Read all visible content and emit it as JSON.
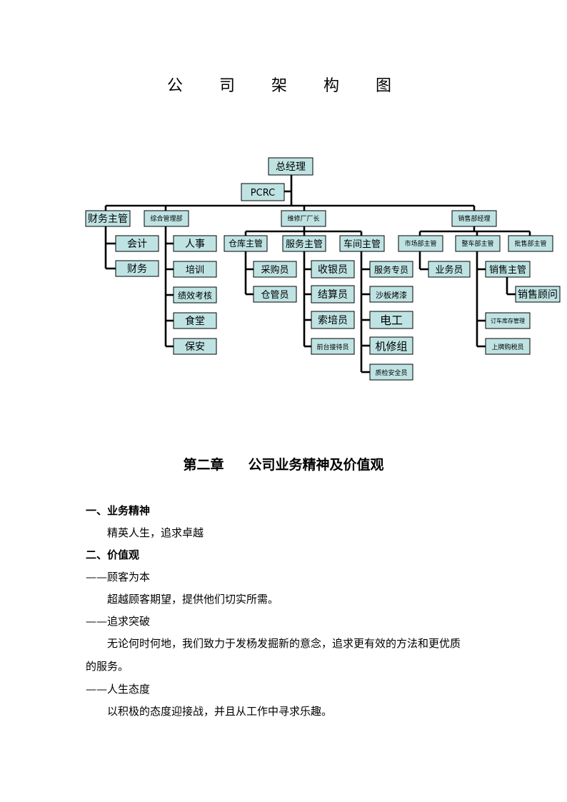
{
  "title": "公 司 架 构 图",
  "org_chart": {
    "nodes": {
      "ceo": "总经理",
      "pcrc": "PCRC",
      "finance_head": "财务主管",
      "admin_dept": "综合管理部",
      "repair_manager": "维修厂厂长",
      "sales_manager": "销售部经理",
      "accounting": "会计",
      "finance": "财务",
      "hr": "人事",
      "training": "培训",
      "kpi": "绩效考核",
      "canteen": "食堂",
      "security": "保安",
      "warehouse_head": "仓库主管",
      "service_head": "服务主管",
      "workshop_head": "车间主管",
      "purchaser": "采购员",
      "storekeeper": "仓管员",
      "cashier": "收银员",
      "settlement": "结算员",
      "claims": "索培员",
      "reception": "前台接待员",
      "service_specialist": "服务专员",
      "body_paint": "沙板烤漆",
      "electrician": "电工",
      "mechanic_group": "机修组",
      "qc_safety": "质检安全员",
      "market_head": "市场部主管",
      "vehicle_head": "整车部主管",
      "parts_head": "批售部主管",
      "salesman": "业务员",
      "sales_supervisor": "销售主管",
      "sales_consultant": "销售顾问",
      "order_inventory": "订车库存管理",
      "plate_tax": "上牌购税员"
    }
  },
  "chapter": {
    "number": "第二章",
    "title": "公司业务精神及价值观"
  },
  "body": {
    "s1_heading": "一、业务精神",
    "s1_text": "精英人生，追求卓越",
    "s2_heading": "二、价值观",
    "v1_heading": "——顾客为本",
    "v1_text": "超越顾客期望，提供他们切实所需。",
    "v2_heading": "——追求突破",
    "v2_text_line1": "无论何时何地，我们致力于发杨发掘新的意念，追求更有效的方法和更优质",
    "v2_text_line2": "的服务。",
    "v3_heading": "——人生态度",
    "v3_text": "以积极的态度迎接战，并且从工作中寻求乐趣。"
  }
}
